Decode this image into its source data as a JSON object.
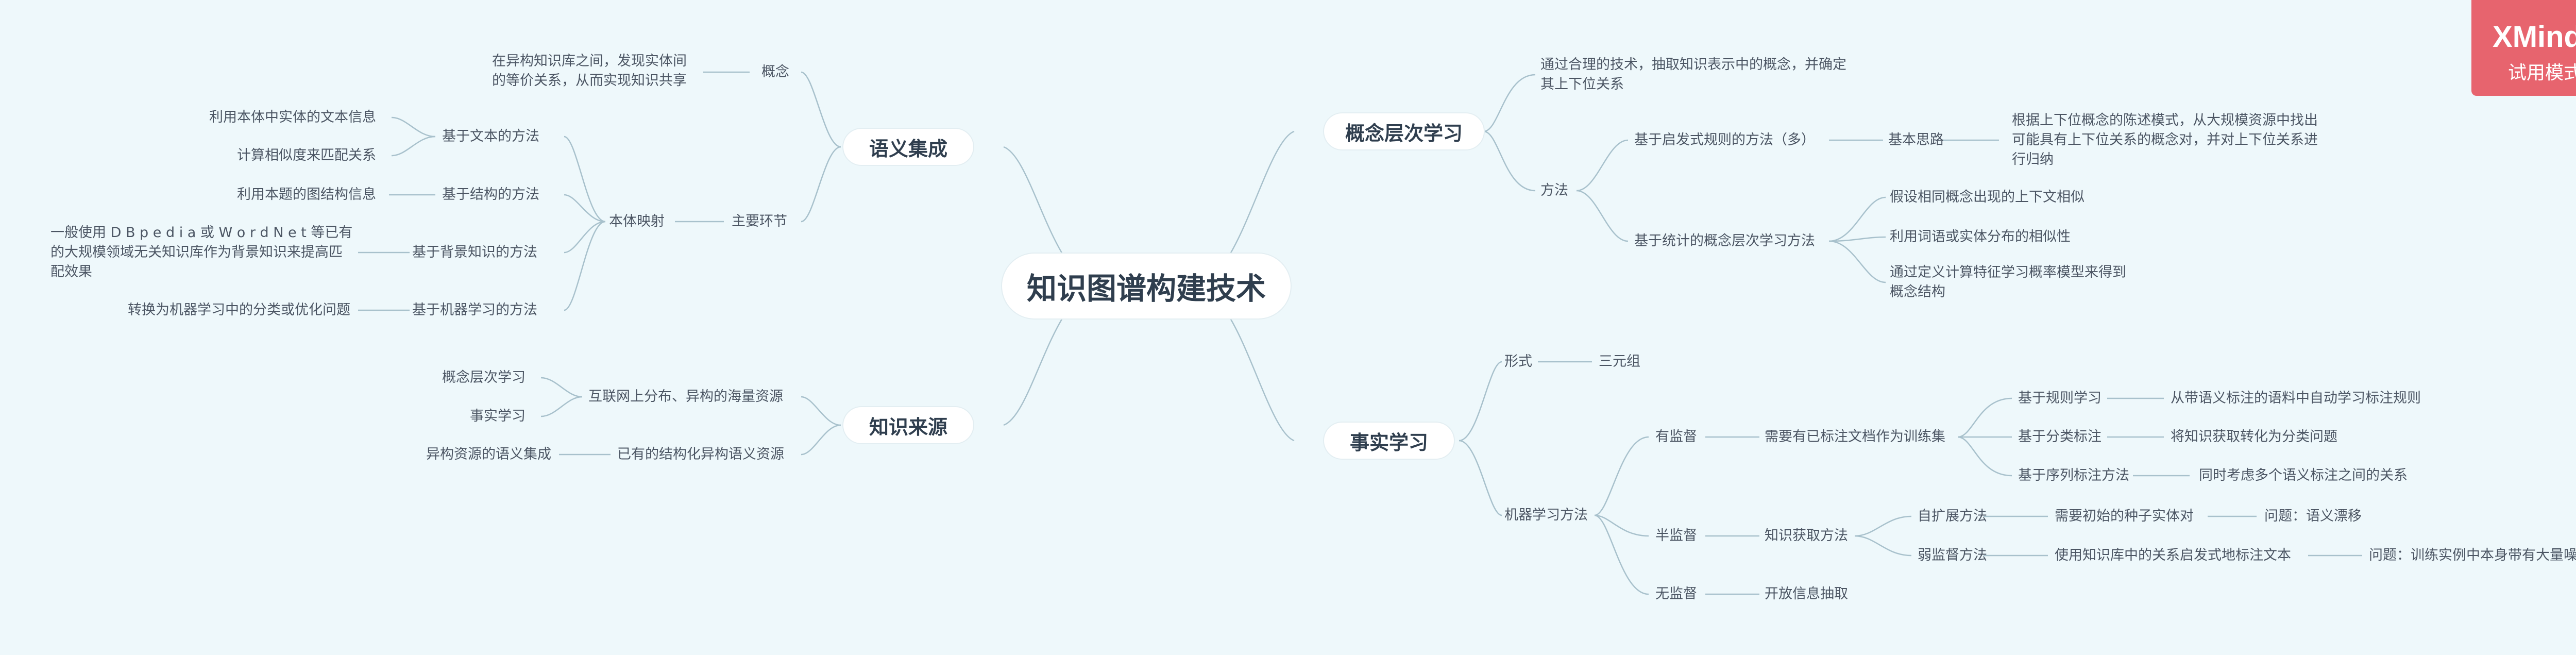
{
  "root": "知识图谱构建技术",
  "branches": {
    "semantic": {
      "label": "语义集成",
      "concept": {
        "label": "概念",
        "desc": "在异构知识库之间，发现实体间的等价关系，从而实现知识共享"
      },
      "main_step": {
        "label": "主要环节",
        "child": "本体映射"
      },
      "methods": [
        {
          "label": "基于文本的方法",
          "details": [
            "利用本体中实体的文本信息",
            "计算相似度来匹配关系"
          ]
        },
        {
          "label": "基于结构的方法",
          "details": [
            "利用本题的图结构信息"
          ]
        },
        {
          "label": "基于背景知识的方法",
          "details": [
            "一般使用 D B p e d i a 或 W o r d N e t 等已有的大规模领域无关知识库作为背景知识来提高匹配效果"
          ]
        },
        {
          "label": "基于机器学习的方法",
          "details": [
            "转换为机器学习中的分类或优化问题"
          ]
        }
      ]
    },
    "source": {
      "label": "知识来源",
      "web": {
        "label": "互联网上分布、异构的海量资源",
        "children": [
          "概念层次学习",
          "事实学习"
        ]
      },
      "structured": {
        "label": "已有的结构化异构语义资源",
        "children": [
          "异构资源的语义集成"
        ]
      }
    },
    "hierarchy": {
      "label": "概念层次学习",
      "desc": "通过合理的技术，抽取知识表示中的概念，并确定其上下位关系",
      "method": {
        "label": "方法",
        "heuristic": {
          "label": "基于启发式规则的方法（多）",
          "idea": "基本思路",
          "idea_desc": "根据上下位概念的陈述模式，从大规模资源中找出可能具有上下位关系的概念对，并对上下位关系进行归纳"
        },
        "statistical": {
          "label": "基于统计的概念层次学习方法",
          "items": [
            "假设相同概念出现的上下文相似",
            "利用词语或实体分布的相似性",
            "通过定义计算特征学习概率模型来得到概念结构"
          ]
        }
      }
    },
    "fact": {
      "label": "事实学习",
      "form": {
        "label": "形式",
        "value": "三元组"
      },
      "ml": {
        "label": "机器学习方法",
        "supervised": {
          "label": "有监督",
          "need": "需要有已标注文档作为训练集",
          "methods": [
            {
              "label": "基于规则学习",
              "desc": "从带语义标注的语料中自动学习标注规则"
            },
            {
              "label": "基于分类标注",
              "desc": "将知识获取转化为分类问题"
            },
            {
              "label": "基于序列标注方法",
              "desc": "同时考虑多个语义标注之间的关系"
            }
          ]
        },
        "semi": {
          "label": "半监督",
          "acquire": "知识获取方法",
          "methods": [
            {
              "label": "自扩展方法",
              "desc": "需要初始的种子实体对",
              "issue": "问题：语义漂移"
            },
            {
              "label": "弱监督方法",
              "desc": "使用知识库中的关系启发式地标注文本",
              "issue": "问题：训练实例中本身带有大量噪音"
            }
          ]
        },
        "unsupervised": {
          "label": "无监督",
          "method": "开放信息抽取"
        }
      }
    }
  },
  "watermark": {
    "brand": "XMind",
    "sub": "试用模式",
    "color": "#e7646e"
  },
  "colors": {
    "background": "#eef8fb",
    "line": "#a8c1cc",
    "text": "#4b5563"
  }
}
